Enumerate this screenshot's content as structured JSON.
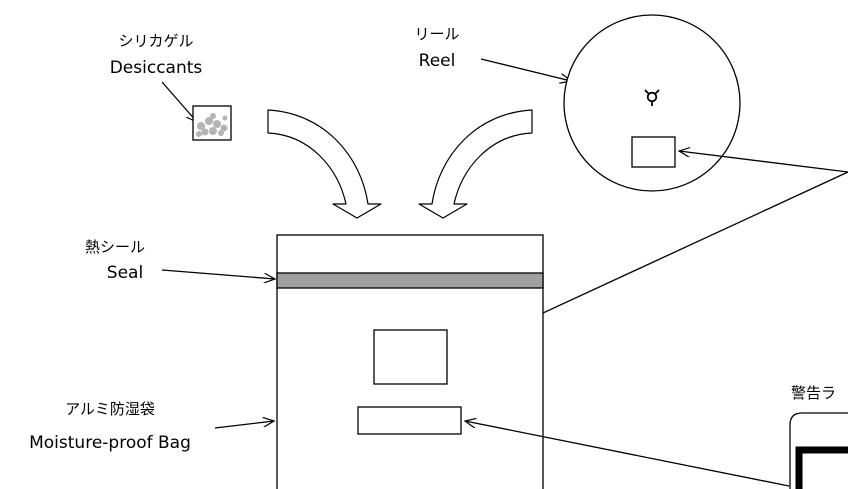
{
  "labels": {
    "desiccant_jp": "シリカゲル",
    "desiccant_en": "Desiccants",
    "reel_jp": "リール",
    "reel_en": "Reel",
    "seal_jp": "熱シール",
    "seal_en": "Seal",
    "bag_jp": "アルミ防湿袋",
    "bag_en": "Moisture-proof Bag",
    "warning_jp": "警告ラ"
  },
  "colors": {
    "line": "#000000",
    "seal_fill": "#a0a0a0",
    "desiccant_dots": "#b4b4b4",
    "background": "#ffffff"
  }
}
